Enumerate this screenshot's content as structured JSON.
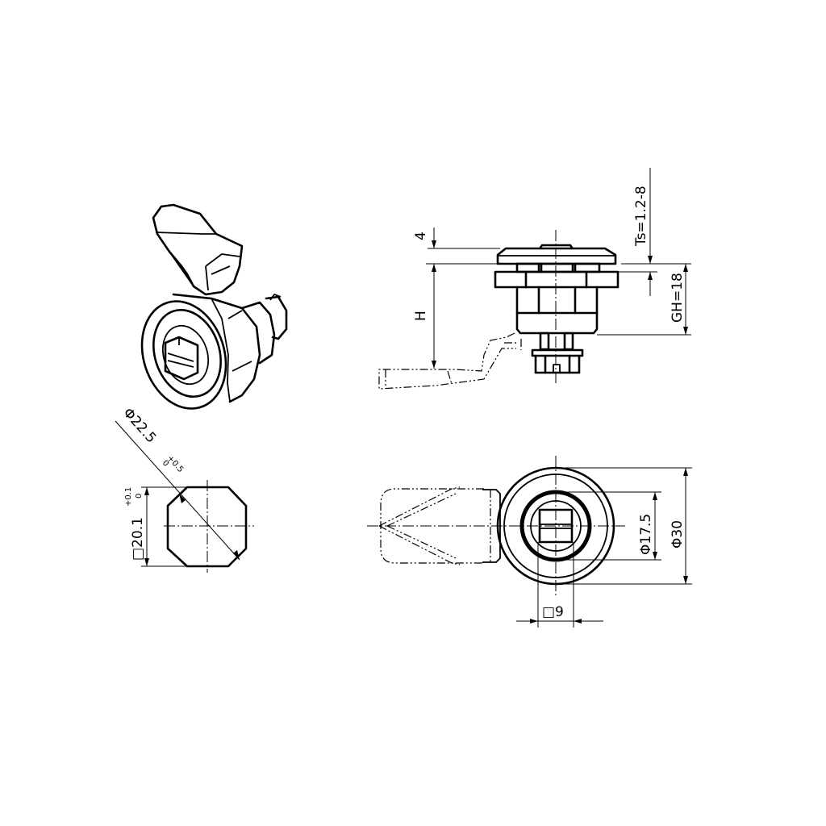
{
  "drawing": {
    "type": "technical-drawing",
    "subject": "quarter-turn cam lock with square drive",
    "views": [
      "isometric",
      "side-elevation",
      "panel-cutout",
      "front-view"
    ],
    "line_color": "#000000",
    "background": "#ffffff"
  },
  "dimensions": {
    "top_height": "4",
    "height_label": "H",
    "thickness": "Ts=1.2-8",
    "grip_height": "GH=18",
    "cutout_diagonal": "Φ22.5",
    "cutout_diagonal_tol_upper": "+0.5",
    "cutout_diagonal_tol_lower": "0",
    "cutout_square": "□20.1",
    "cutout_square_tol_upper": "+0.1",
    "cutout_square_tol_lower": "0",
    "inner_diameter": "Φ17.5",
    "outer_diameter": "Φ30",
    "square_drive": "□9"
  }
}
